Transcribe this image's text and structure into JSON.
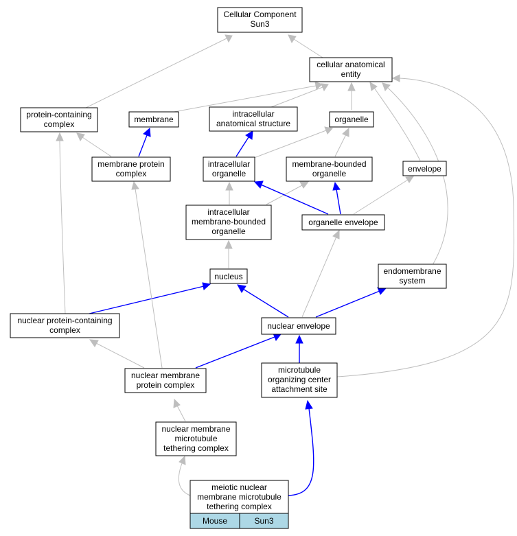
{
  "nodes": {
    "root": [
      "Cellular Component",
      "Sun3"
    ],
    "cae": [
      "cellular anatomical",
      "entity"
    ],
    "pcc": [
      "protein-containing",
      "complex"
    ],
    "membrane": [
      "membrane"
    ],
    "ias": [
      "intracellular",
      "anatomical structure"
    ],
    "organelle": [
      "organelle"
    ],
    "mpc": [
      "membrane protein",
      "complex"
    ],
    "io": [
      "intracellular",
      "organelle"
    ],
    "mbo": [
      "membrane-bounded",
      "organelle"
    ],
    "envelope": [
      "envelope"
    ],
    "imbo": [
      "intracellular",
      "membrane-bounded",
      "organelle"
    ],
    "oe": [
      "organelle envelope"
    ],
    "nucleus": [
      "nucleus"
    ],
    "es": [
      "endomembrane",
      "system"
    ],
    "npcc": [
      "nuclear protein-containing",
      "complex"
    ],
    "ne": [
      "nuclear envelope"
    ],
    "nmpc": [
      "nuclear membrane",
      "protein complex"
    ],
    "mocas": [
      "microtubule",
      "organizing center",
      "attachment site"
    ],
    "nmmtc": [
      "nuclear membrane",
      "microtubule",
      "tethering complex"
    ],
    "mnmmtc": [
      "meiotic nuclear",
      "membrane microtubule",
      "tethering complex"
    ]
  },
  "species_row": [
    "Mouse",
    "Sun3"
  ],
  "colors": {
    "is_a_edge": "#bebebe",
    "part_of_edge": "#0000ff",
    "species_fill": "#add8e6"
  }
}
